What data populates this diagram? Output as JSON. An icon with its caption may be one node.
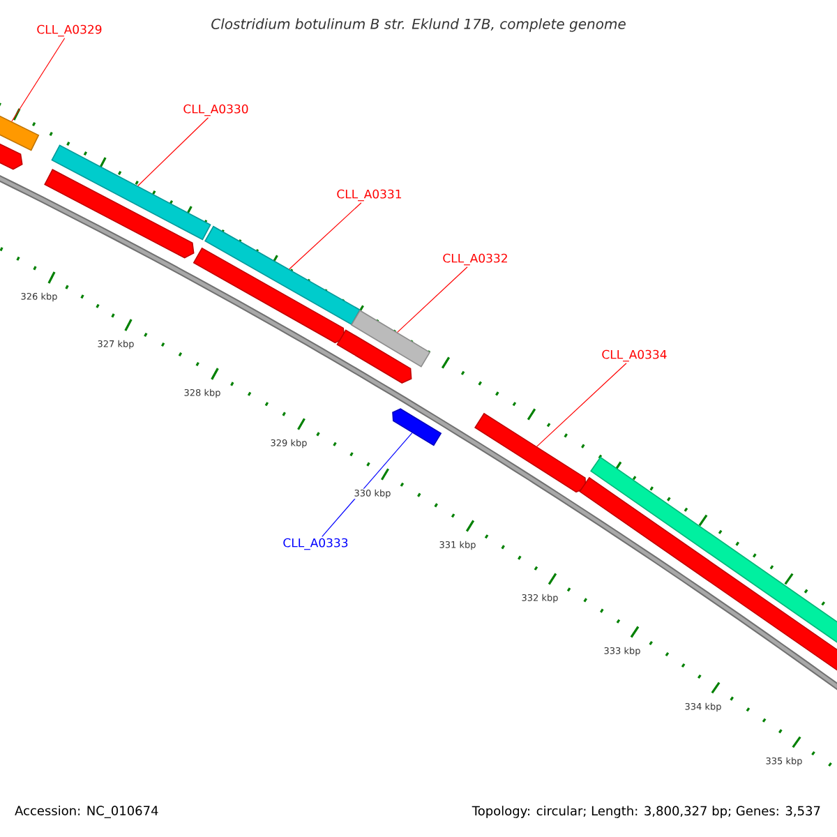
{
  "diagram": {
    "title": "Clostridium botulinum B str. Eklund 17B, complete genome",
    "nodes": [
      {
        "text": [
          "CLL_A0329"
        ]
      },
      {
        "text": [
          "CLL_A0330"
        ]
      },
      {
        "text": [
          "CLL_A0331"
        ]
      },
      {
        "text": [
          "CLL_A0332"
        ]
      },
      {
        "text": [
          "CLL_A0334"
        ]
      },
      {
        "text": [
          "CLL_A0333"
        ]
      },
      {
        "text": [],
        "shape": "bar"
      },
      {
        "text": [],
        "shape": "bar"
      },
      {
        "text": [],
        "shape": "bar"
      },
      {
        "text": [],
        "shape": "bar"
      },
      {
        "text": [],
        "shape": "bar"
      },
      {
        "text": [],
        "shape": "bar"
      },
      {
        "text": [],
        "shape": "bar"
      },
      {
        "text": [],
        "shape": "bar"
      },
      {
        "text": [],
        "shape": "bar"
      },
      {
        "text": [],
        "shape": "bar"
      },
      {
        "text": [],
        "shape": "bar"
      },
      {
        "text": [],
        "shape": "bar"
      }
    ],
    "edges": [
      {
        "from": 0,
        "to": 6,
        "arrow": "none"
      },
      {
        "from": 1,
        "to": 8,
        "arrow": "none"
      },
      {
        "from": 2,
        "to": 10,
        "arrow": "none"
      },
      {
        "from": 3,
        "to": 12,
        "arrow": "none"
      },
      {
        "from": 4,
        "to": 15,
        "arrow": "none"
      },
      {
        "from": 5,
        "to": 14,
        "arrow": "none",
        "color": "#0000ff"
      }
    ],
    "labels": [
      "326 kbp",
      "327 kbp",
      "328 kbp",
      "329 kbp",
      "330 kbp",
      "331 kbp",
      "332 kbp",
      "333 kbp",
      "334 kbp",
      "335 kbp",
      "Accession: NC_010674",
      "Topology: circular; Length: 3,800,327 bp; Genes: 3,537"
    ]
  }
}
